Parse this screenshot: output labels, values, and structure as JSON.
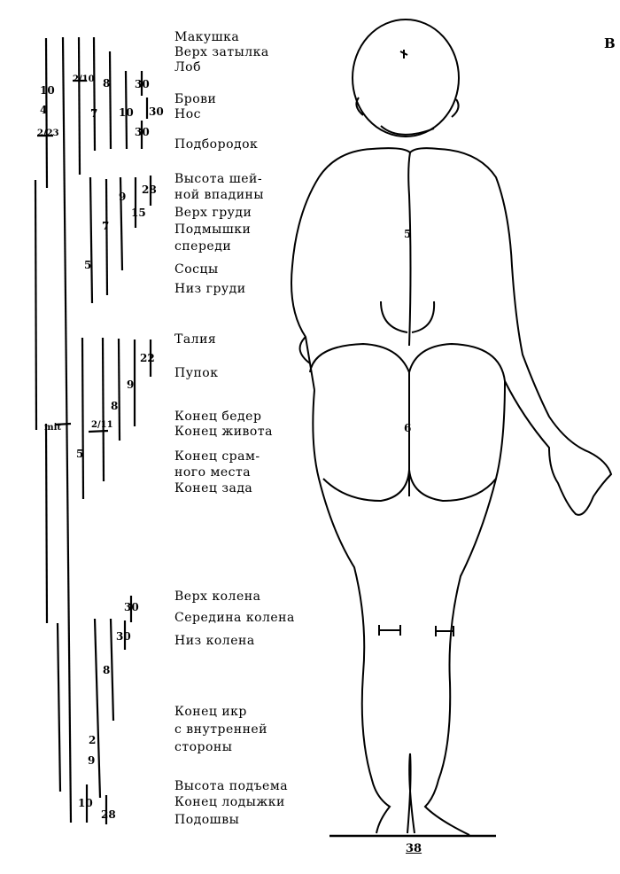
{
  "corner_letter": "B",
  "figure_number": "38",
  "labels": [
    "Макушка",
    "Верх затылка",
    "Лоб",
    "Брови",
    "Нос",
    "Подбородок",
    "Высота шей-",
    "ной впадины",
    "Верх груди",
    "Подмышки",
    "спереди",
    "Сосцы",
    "Низ груди",
    "Талия",
    "Пупок",
    "Конец бедер",
    "Конец живота",
    "Конец срам-",
    "ного места",
    "Конец зада",
    "Верх колена",
    "Середина колена",
    "Низ колена",
    "Конец икр",
    "с внутренней",
    "стороны",
    "Высота подъема",
    "Конец лодыжки",
    "Подошвы"
  ],
  "measure_marks": [
    "10",
    "4",
    "2/23",
    "2/10",
    "8",
    "7",
    "10",
    "30",
    "30",
    "30",
    "28",
    "9",
    "15",
    "7",
    "5",
    "22",
    "9",
    "8",
    "2/11",
    "5",
    "mit",
    "30",
    "30",
    "8",
    "2",
    "9",
    "10",
    "28"
  ],
  "body_marks": [
    "5",
    "6"
  ]
}
